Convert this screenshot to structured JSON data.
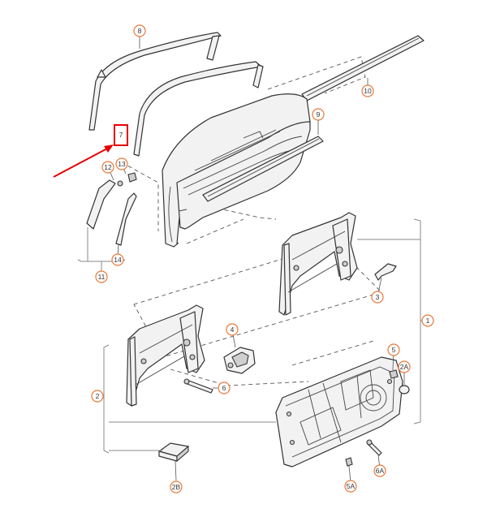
{
  "diagram": {
    "highlight_color": "#e60000",
    "callout_color": "#e8793a",
    "highlight_callout": "7",
    "callouts": [
      "8",
      "10",
      "9",
      "7",
      "12",
      "13",
      "14",
      "11",
      "4",
      "3",
      "1",
      "5",
      "2A",
      "2",
      "6",
      "2B",
      "5A",
      "6A"
    ]
  }
}
